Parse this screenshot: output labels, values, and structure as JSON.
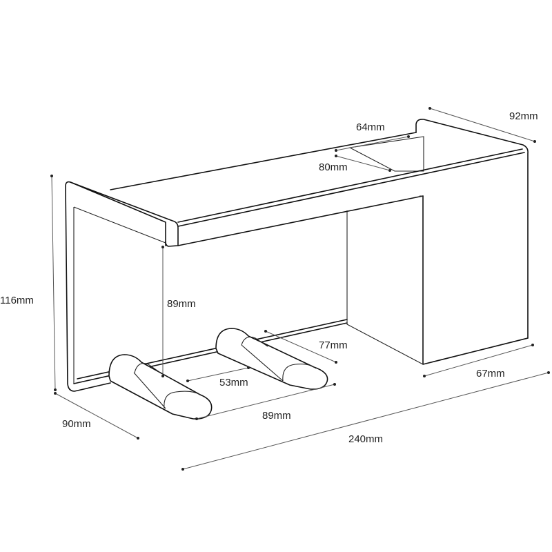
{
  "dimensions": {
    "depth_top": "92mm",
    "compartment_width": "64mm",
    "compartment_length": "80mm",
    "height": "116mm",
    "inner_height": "89mm",
    "foot_spacing": "77mm",
    "foot_gap": "53mm",
    "right_block_width": "67mm",
    "depth_bottom": "90mm",
    "foot_length": "89mm",
    "total_width": "240mm"
  }
}
